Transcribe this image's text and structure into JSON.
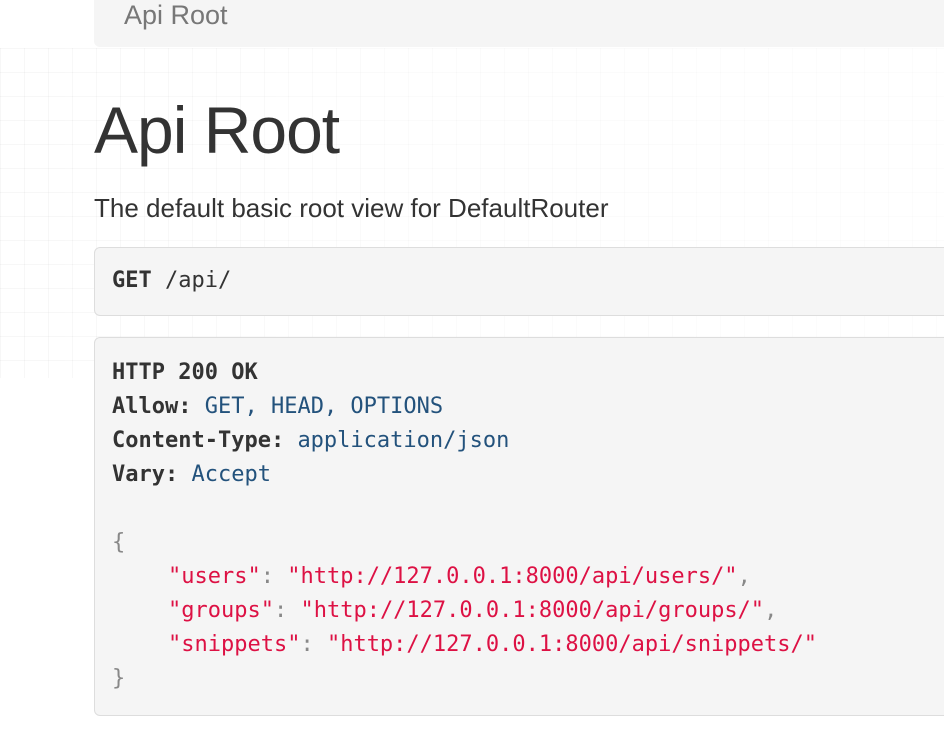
{
  "breadcrumb": {
    "items": [
      "Api Root"
    ]
  },
  "page": {
    "title": "Api Root",
    "description": "The default basic root view for DefaultRouter"
  },
  "request": {
    "method": "GET",
    "path": "/api/"
  },
  "response": {
    "status_line": "HTTP 200 OK",
    "headers": [
      {
        "key": "Allow:",
        "value": "GET, HEAD, OPTIONS"
      },
      {
        "key": "Content-Type:",
        "value": "application/json"
      },
      {
        "key": "Vary:",
        "value": "Accept"
      }
    ],
    "open_brace": "{",
    "close_brace": "}",
    "body": [
      {
        "key": "\"users\"",
        "value": "\"http://127.0.0.1:8000/api/users/\"",
        "sep": ",",
        "colon": ": "
      },
      {
        "key": "\"groups\"",
        "value": "\"http://127.0.0.1:8000/api/groups/\"",
        "sep": ",",
        "colon": ": "
      },
      {
        "key": "\"snippets\"",
        "value": "\"http://127.0.0.1:8000/api/snippets/\"",
        "sep": "",
        "colon": ": "
      }
    ]
  },
  "colors": {
    "header_value": "#23527c",
    "json_string": "#dd1144",
    "panel_bg": "#f5f5f5",
    "panel_border": "#dddddd"
  }
}
